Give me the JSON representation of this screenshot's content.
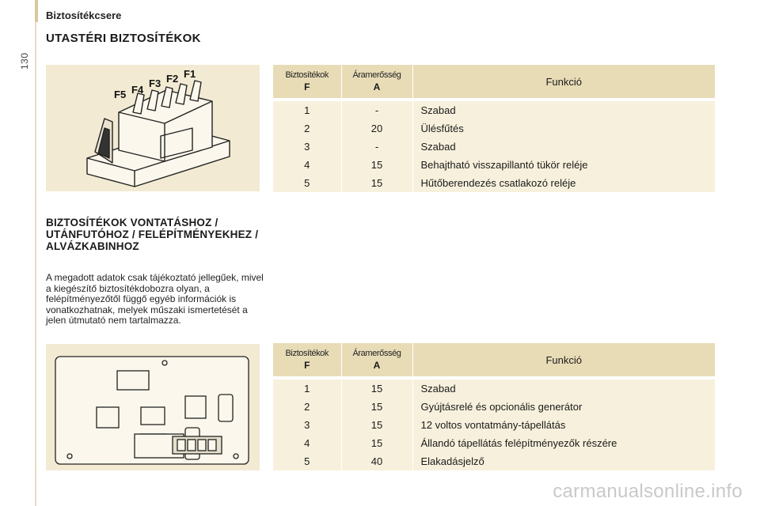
{
  "page": {
    "number": "130",
    "chapter": "Biztosítékcsere",
    "section_title": "UTASTÉRI BIZTOSÍTÉKOK"
  },
  "diagram1": {
    "fuse_labels": [
      "F5",
      "F4",
      "F3",
      "F2",
      "F1"
    ]
  },
  "table_headers": {
    "fuse": "Biztosítékok",
    "fuse_unit": "F",
    "amperage": "Áramerősség",
    "amperage_unit": "A",
    "function": "Funkció"
  },
  "table1": {
    "rows": [
      {
        "fuse": "1",
        "amp": "-",
        "func": "Szabad"
      },
      {
        "fuse": "2",
        "amp": "20",
        "func": "Ülésfűtés"
      },
      {
        "fuse": "3",
        "amp": "-",
        "func": "Szabad"
      },
      {
        "fuse": "4",
        "amp": "15",
        "func": "Behajtható visszapillantó tükör reléje"
      },
      {
        "fuse": "5",
        "amp": "15",
        "func": "Hűtőberendezés csatlakozó reléje"
      }
    ]
  },
  "towing": {
    "title": "BIZTOSÍTÉKOK VONTATÁSHOZ / UTÁNFUTÓHOZ / FELÉPÍTMÉNYEKHEZ / ALVÁZKABINHOZ",
    "body": "A megadott adatok csak tájékoztató jellegűek, mivel a kiegészítő biztosítékdobozra olyan, a felépítményezőtől függő egyéb információk is vonatkozhatnak, melyek műszaki ismertetését a jelen útmutató nem tartalmazza."
  },
  "table2": {
    "rows": [
      {
        "fuse": "1",
        "amp": "15",
        "func": "Szabad"
      },
      {
        "fuse": "2",
        "amp": "15",
        "func": "Gyújtásrelé és opcionális generátor"
      },
      {
        "fuse": "3",
        "amp": "15",
        "func": "12 voltos vontatmány-tápellátás"
      },
      {
        "fuse": "4",
        "amp": "15",
        "func": "Állandó tápellátás felépítményezők részére"
      },
      {
        "fuse": "5",
        "amp": "40",
        "func": "Elakadásjelző"
      }
    ]
  },
  "watermark": "carmanualsonline.info"
}
